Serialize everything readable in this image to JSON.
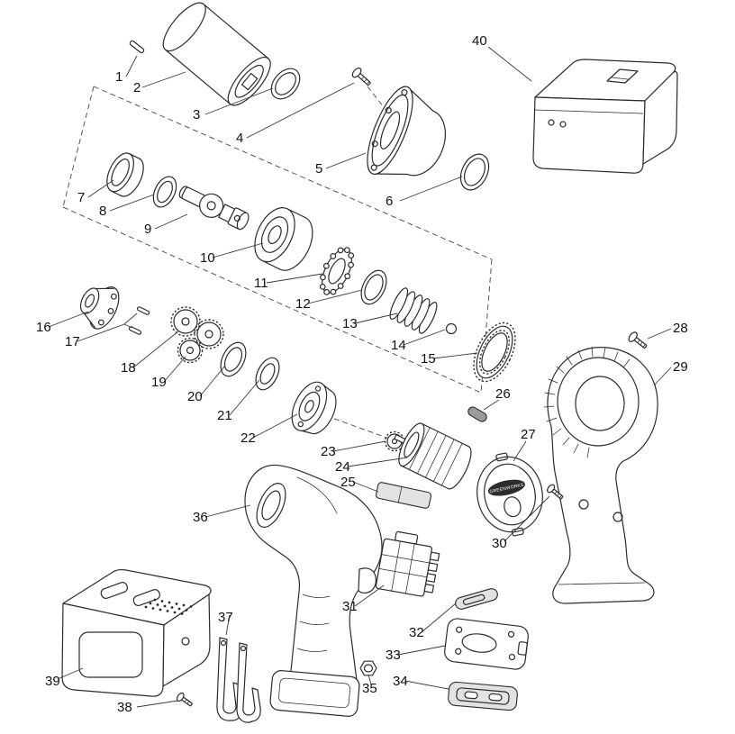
{
  "diagram": {
    "brand_label": "GREENWORKS",
    "colors": {
      "line": "#2b2b2b",
      "background": "#ffffff"
    },
    "part_numbers": [
      "1",
      "2",
      "3",
      "4",
      "5",
      "6",
      "7",
      "8",
      "9",
      "10",
      "11",
      "12",
      "13",
      "14",
      "15",
      "16",
      "17",
      "18",
      "19",
      "20",
      "21",
      "22",
      "23",
      "24",
      "25",
      "26",
      "27",
      "28",
      "29",
      "30",
      "31",
      "32",
      "33",
      "34",
      "35",
      "36",
      "37",
      "38",
      "39",
      "40"
    ]
  }
}
